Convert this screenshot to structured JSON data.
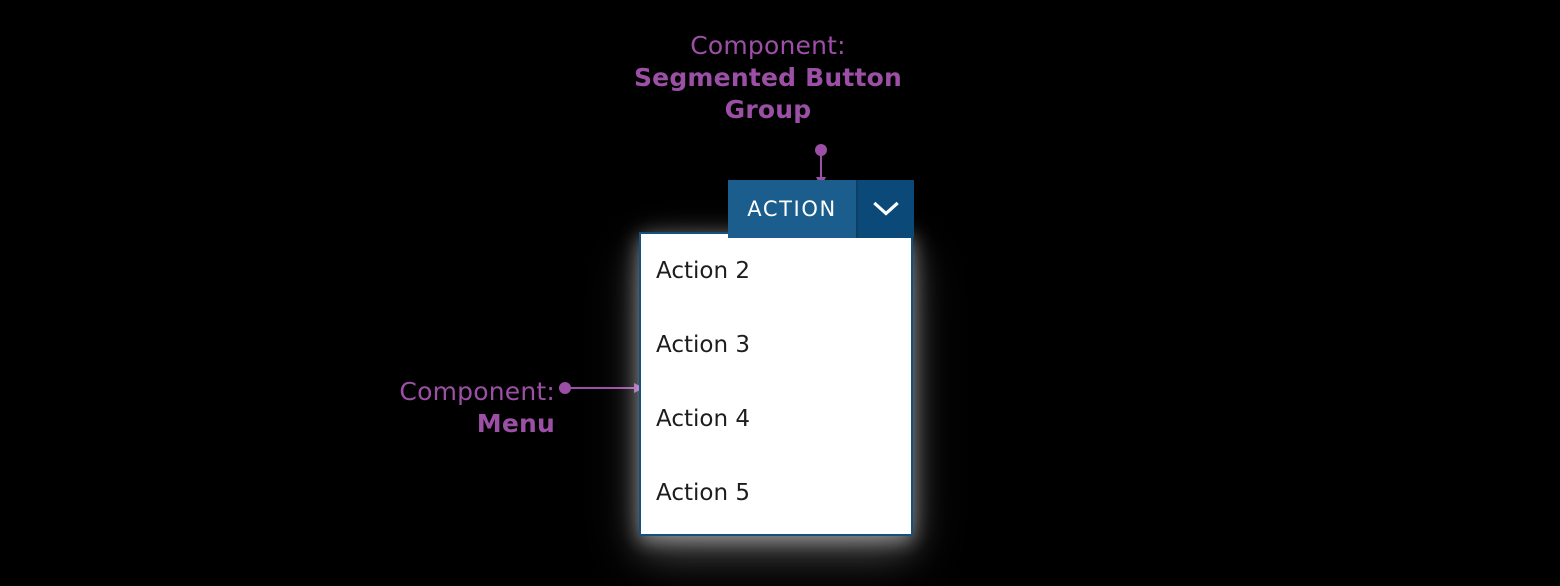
{
  "theme": {
    "background": "#000000",
    "annotation_color": "#9B4FA5",
    "button_primary_bg": "#1B5E8E",
    "button_toggle_bg": "#0B4A78",
    "button_text": "#FFFFFF",
    "menu_bg": "#FFFFFF",
    "menu_border": "#14507E",
    "menu_text": "#1D1D1D"
  },
  "annotations": {
    "segmented_button_group": {
      "lead": "Component:",
      "name": "Segmented Button Group"
    },
    "menu": {
      "lead": "Component:",
      "name": "Menu"
    }
  },
  "segmented_button_group": {
    "primary_label": "ACTION",
    "toggle_icon": "chevron-down-icon",
    "expanded": true
  },
  "menu": {
    "items": [
      {
        "label": "Action 2"
      },
      {
        "label": "Action 3"
      },
      {
        "label": "Action 4"
      },
      {
        "label": "Action 5"
      }
    ]
  }
}
